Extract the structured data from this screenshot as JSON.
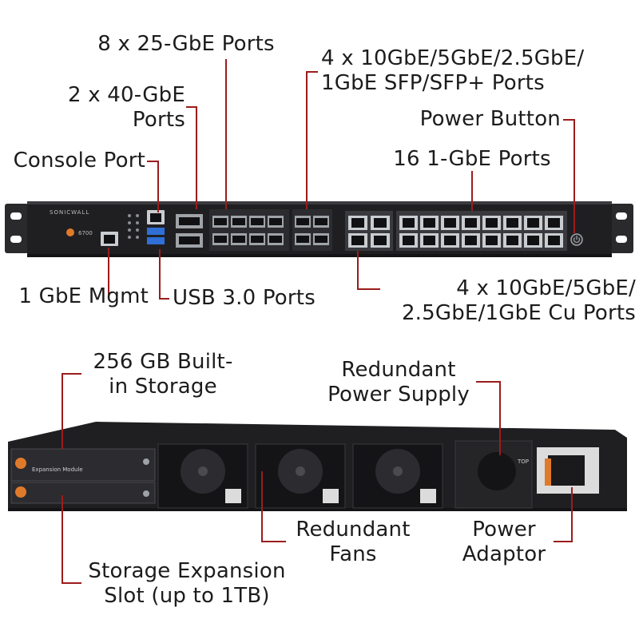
{
  "colors": {
    "callout_line": "#9b1c1c",
    "chassis": "#1f1f22",
    "chassis_light": "#3a3a3e",
    "port": "#111114",
    "port_light": "#9fa3a8",
    "usb_blue": "#2f6fd6",
    "orange": "#e07a2b"
  },
  "front_panel": {
    "brand": "SONICWALL",
    "model": "6700",
    "labels": {
      "ports_25g": [
        "8 x 25-GbE Ports"
      ],
      "ports_10g_sfp": [
        "4 x 10GbE/5GbE/2.5GbE/",
        "1GbE SFP/SFP+ Ports"
      ],
      "ports_40g": [
        "2 x 40-GbE",
        "Ports"
      ],
      "power_button": [
        "Power Button"
      ],
      "console_port": [
        "Console Port"
      ],
      "ports_1g": [
        "16 1-GbE Ports"
      ],
      "mgmt": [
        "1 GbE Mgmt"
      ],
      "usb": [
        "USB 3.0 Ports"
      ],
      "ports_10g_cu": [
        "4 x 10GbE/5GbE/",
        "2.5GbE/1GbE Cu Ports"
      ]
    }
  },
  "rear_panel": {
    "expansion_module_text": "Expansion Module",
    "top_text": "TOP",
    "labels": {
      "storage": [
        "256 GB Built-",
        "in Storage"
      ],
      "psu": [
        "Redundant",
        "Power Supply"
      ],
      "fans": [
        "Redundant",
        "Fans"
      ],
      "adaptor": [
        "Power",
        "Adaptor"
      ],
      "expansion": [
        "Storage Expansion",
        "Slot (up to 1TB)"
      ]
    }
  }
}
